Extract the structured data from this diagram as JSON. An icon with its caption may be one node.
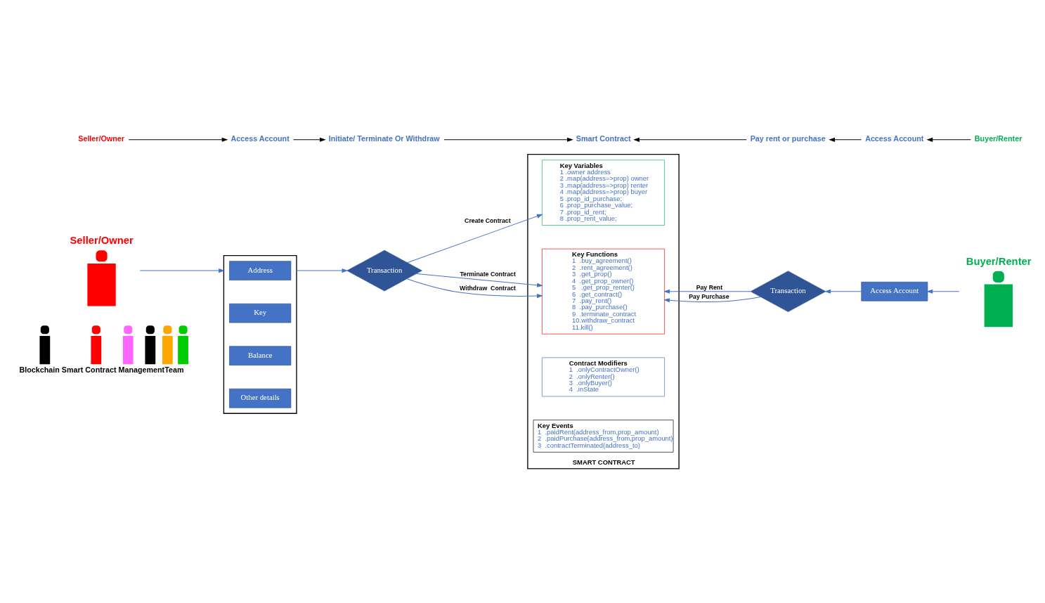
{
  "diagram": {
    "nodes": [
      {
        "text": [
          "Seller/Owner"
        ]
      },
      {
        "text": [
          "Access Account"
        ]
      },
      {
        "text": [
          "Initiate/ Terminate Or Withdraw"
        ]
      },
      {
        "text": [
          "Smart Contract"
        ]
      },
      {
        "text": [
          "Pay rent or purchase"
        ]
      },
      {
        "text": [
          "Access Account"
        ]
      },
      {
        "text": [
          "Buyer/Renter"
        ]
      },
      {
        "text": [
          "Seller/Owner"
        ]
      },
      {
        "text": [],
        "shape": "box"
      },
      {
        "text": [
          "Address"
        ],
        "in": 8
      },
      {
        "text": [
          "Key"
        ],
        "in": 8
      },
      {
        "text": [
          "Balance"
        ],
        "in": 8
      },
      {
        "text": [
          "Other details"
        ],
        "in": 8
      },
      {
        "text": [
          "Transaction"
        ]
      },
      {
        "text": [
          "SMART CONTRACT"
        ]
      },
      {
        "text": [
          "Key Variables",
          "1 .owner address",
          "2 .map(address=>prop) owner",
          "3 .map(address=>prop) renter",
          "4 .map(address=>prop) buyer",
          "5 .prop_id_purchase;",
          "6 .prop_purchase_value;",
          "7 .prop_id_rent;",
          "8 .prop_rent_value;"
        ],
        "in": 14
      },
      {
        "text": [
          "Key Functions",
          "1  .buy_agreement()",
          "2  .rent_agreement()",
          "3  .get_prop()",
          "4  .get_prop_owner()",
          "5   .get_prop_renter()",
          "6  .get_contract()",
          "7  .pay_rent()",
          "8  .pay_purchase()",
          "9  .terminate_contract",
          "10.withdraw_contract",
          "11.kill()"
        ],
        "in": 14
      },
      {
        "text": [
          "Contract Modifiers",
          "1  .onlyContractOwner()",
          "2  .onlyRenter()",
          "3  .onlyBuyer()",
          "4  .inState"
        ],
        "in": 14
      },
      {
        "text": [
          "Key Events",
          "1  .paidRent(address_from,prop_amount)",
          "2  .paidPurchase(address_from,prop_amount)",
          "3  .contractTerminated(address_to)"
        ],
        "in": 14
      },
      {
        "text": [
          "Transaction"
        ]
      },
      {
        "text": [
          "Access Account"
        ]
      },
      {
        "text": [
          "Buyer/Renter"
        ]
      },
      {
        "text": [],
        "shape": "person",
        "beside": [
          "Blockchain Smart Contract ManagementTeam"
        ]
      }
    ],
    "edges": [
      {
        "from": 0,
        "to": 1,
        "arrow": "to",
        "color": "#000000"
      },
      {
        "from": 1,
        "to": 2,
        "arrow": "to",
        "color": "#000000"
      },
      {
        "from": 2,
        "to": 3,
        "arrow": "to",
        "color": "#000000"
      },
      {
        "from": 4,
        "to": 3,
        "arrow": "to",
        "color": "#000000"
      },
      {
        "from": 5,
        "to": 4,
        "arrow": "to",
        "color": "#000000"
      },
      {
        "from": 6,
        "to": 5,
        "arrow": "to",
        "color": "#000000"
      },
      {
        "from": 7,
        "to": 8,
        "arrow": "to"
      },
      {
        "from": 8,
        "to": 13,
        "arrow": "to"
      },
      {
        "from": 13,
        "to": 15,
        "label": "Create Contract",
        "arrow": "to"
      },
      {
        "from": 13,
        "to": 16,
        "label": "Terminate Contract",
        "arrow": "to"
      },
      {
        "from": 13,
        "to": 16,
        "label": "Withdraw  Contract",
        "arrow": "to"
      },
      {
        "from": 19,
        "to": 16,
        "label": "Pay Rent",
        "arrow": "to"
      },
      {
        "from": 19,
        "to": 16,
        "label": "Pay Purchase",
        "arrow": "to"
      },
      {
        "from": 20,
        "to": 19,
        "arrow": "to"
      },
      {
        "from": 21,
        "to": 20,
        "arrow": "to"
      }
    ]
  }
}
